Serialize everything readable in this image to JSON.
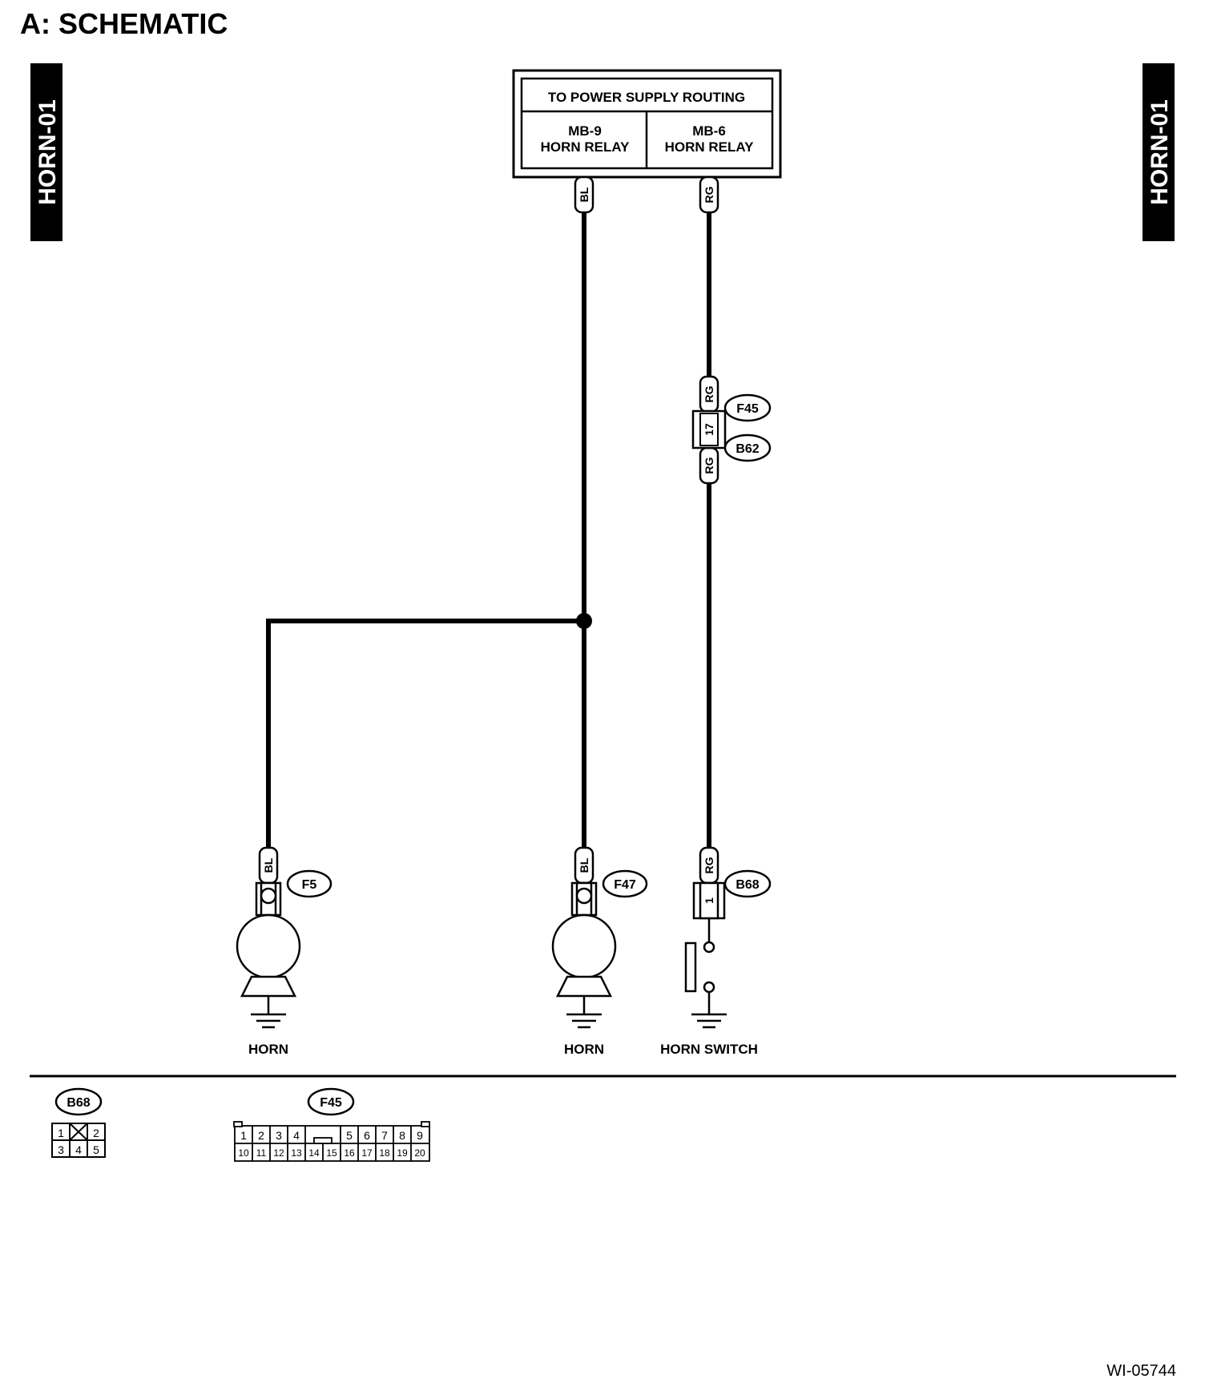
{
  "page": {
    "section_title": "A:  SCHEMATIC",
    "side_tab_left": "HORN-01",
    "side_tab_right": "HORN-01",
    "doc_number": "WI-05744"
  },
  "power_supply": {
    "title": "TO POWER SUPPLY ROUTING",
    "left_cell": {
      "line1": "MB-9",
      "line2": "HORN RELAY"
    },
    "right_cell": {
      "line1": "MB-6",
      "line2": "HORN RELAY"
    }
  },
  "wires": {
    "left_branch_color": "BL",
    "right_branch_color": "RG"
  },
  "connectors": {
    "f45": "F45",
    "b62": "B62",
    "f45_pin": "17",
    "f5": "F5",
    "f47": "F47",
    "b68": "B68",
    "b68_pin": "1"
  },
  "components": {
    "horn_left": "HORN",
    "horn_right": "HORN",
    "horn_switch": "HORN SWITCH"
  },
  "connector_views": {
    "b68": {
      "label": "B68",
      "top_row": [
        "1",
        "",
        "2"
      ],
      "bottom_row": [
        "3",
        "4",
        "5"
      ]
    },
    "f45": {
      "label": "F45",
      "top_left": [
        "1",
        "2",
        "3",
        "4"
      ],
      "top_right": [
        "5",
        "6",
        "7",
        "8",
        "9"
      ],
      "bottom": [
        "10",
        "11",
        "12",
        "13",
        "14",
        "15",
        "16",
        "17",
        "18",
        "19",
        "20"
      ]
    }
  }
}
